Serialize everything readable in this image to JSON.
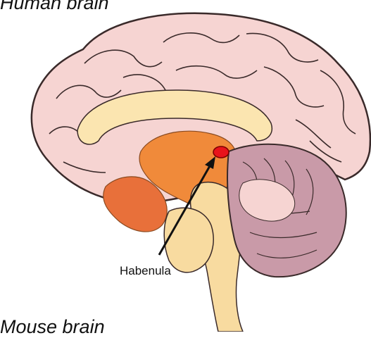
{
  "figure": {
    "title": "Human brain",
    "subtitle": "Mouse brain"
  },
  "labels": {
    "habenula": "Habenula"
  },
  "colors": {
    "cortex_fill": "#f6d4d2",
    "cortex_outline": "#3a2a2a",
    "white_matter": "#fbe5b0",
    "thalamus": "#f08a3a",
    "hypothalamus": "#e8703a",
    "brainstem": "#f8dba0",
    "cerebellum_outer": "#c99aa8",
    "cerebellum_inner": "#f6d4d2",
    "habenula": "#e8131b",
    "arrow": "#111111"
  },
  "icons": {
    "arrow": "pointer-arrow-icon"
  }
}
